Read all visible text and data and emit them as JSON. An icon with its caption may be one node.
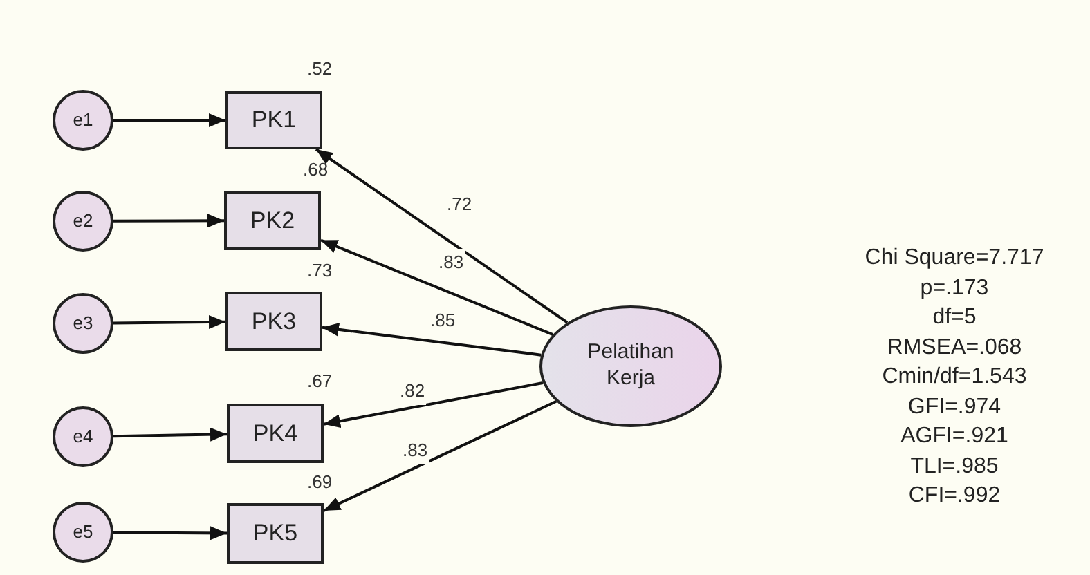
{
  "diagram": {
    "nodes": [
      {
        "text": [
          "e1"
        ]
      },
      {
        "text": [
          "e2"
        ]
      },
      {
        "text": [
          "e3"
        ]
      },
      {
        "text": [
          "e4"
        ]
      },
      {
        "text": [
          "e5"
        ]
      },
      {
        "text": [
          "PK1"
        ],
        "beside": [
          ".52"
        ]
      },
      {
        "text": [
          "PK2"
        ],
        "beside": [
          ".68"
        ]
      },
      {
        "text": [
          "PK3"
        ],
        "beside": [
          ".73"
        ]
      },
      {
        "text": [
          "PK4"
        ],
        "beside": [
          ".67"
        ]
      },
      {
        "text": [
          "PK5"
        ],
        "beside": [
          ".69"
        ]
      },
      {
        "text": [
          "Pelatihan Kerja"
        ]
      }
    ],
    "edges": [
      {
        "from": 0,
        "to": 5,
        "arrow": "to"
      },
      {
        "from": 1,
        "to": 6,
        "arrow": "to"
      },
      {
        "from": 2,
        "to": 7,
        "arrow": "to"
      },
      {
        "from": 3,
        "to": 8,
        "arrow": "to"
      },
      {
        "from": 4,
        "to": 9,
        "arrow": "to"
      },
      {
        "from": 10,
        "to": 5,
        "arrow": "to",
        "label": ".72"
      },
      {
        "from": 10,
        "to": 6,
        "arrow": "to",
        "label": ".83"
      },
      {
        "from": 10,
        "to": 7,
        "arrow": "to",
        "label": ".85"
      },
      {
        "from": 10,
        "to": 8,
        "arrow": "to",
        "label": ".82"
      },
      {
        "from": 10,
        "to": 9,
        "arrow": "to",
        "label": ".83"
      }
    ],
    "labels": [
      "Chi Square=7.717",
      "p=.173",
      "df=5",
      "RMSEA=.068",
      "Cmin/df=1.543",
      "GFI=.974",
      "AGFI=.921",
      "TLI=.985",
      "CFI=.992"
    ]
  }
}
